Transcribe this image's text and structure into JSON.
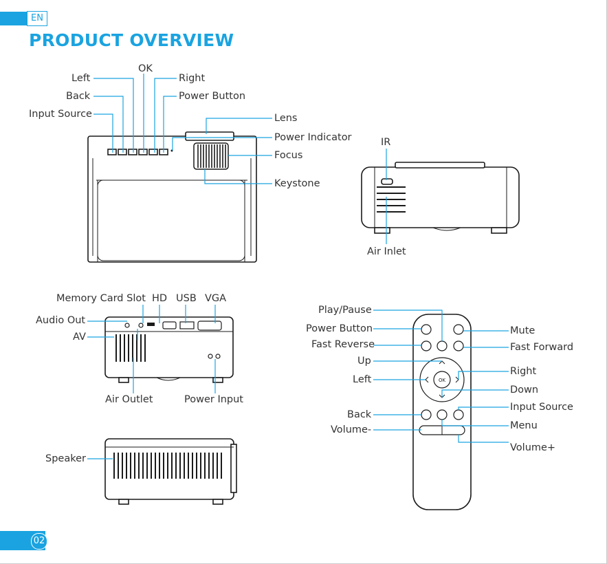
{
  "header": {
    "lang": "EN",
    "title": "PRODUCT OVERVIEW"
  },
  "top_view": {
    "left": "Left",
    "ok": "OK",
    "right": "Right",
    "back": "Back",
    "power_button": "Power Button",
    "input_source": "Input Source",
    "lens": "Lens",
    "power_indicator": "Power Indicator",
    "focus": "Focus",
    "keystone": "Keystone"
  },
  "front_view": {
    "ir": "IR",
    "air_inlet": "Air Inlet"
  },
  "rear_view": {
    "memory_card_slot": "Memory Card Slot",
    "hd": "HD",
    "usb": "USB",
    "vga": "VGA",
    "audio_out": "Audio Out",
    "av": "AV",
    "air_outlet": "Air Outlet",
    "power_input": "Power Input"
  },
  "side_view": {
    "speaker": "Speaker"
  },
  "remote": {
    "play_pause": "Play/Pause",
    "power_button": "Power Button",
    "fast_reverse": "Fast Reverse",
    "up": "Up",
    "left": "Left",
    "back": "Back",
    "volume_minus": "Volume-",
    "mute": "Mute",
    "fast_forward": "Fast Forward",
    "right": "Right",
    "down": "Down",
    "input_source": "Input Source",
    "menu": "Menu",
    "volume_plus": "Volume+"
  },
  "footer": {
    "page": "02"
  },
  "colors": {
    "accent": "#1aa3e0",
    "line": "#1a1a1a"
  }
}
